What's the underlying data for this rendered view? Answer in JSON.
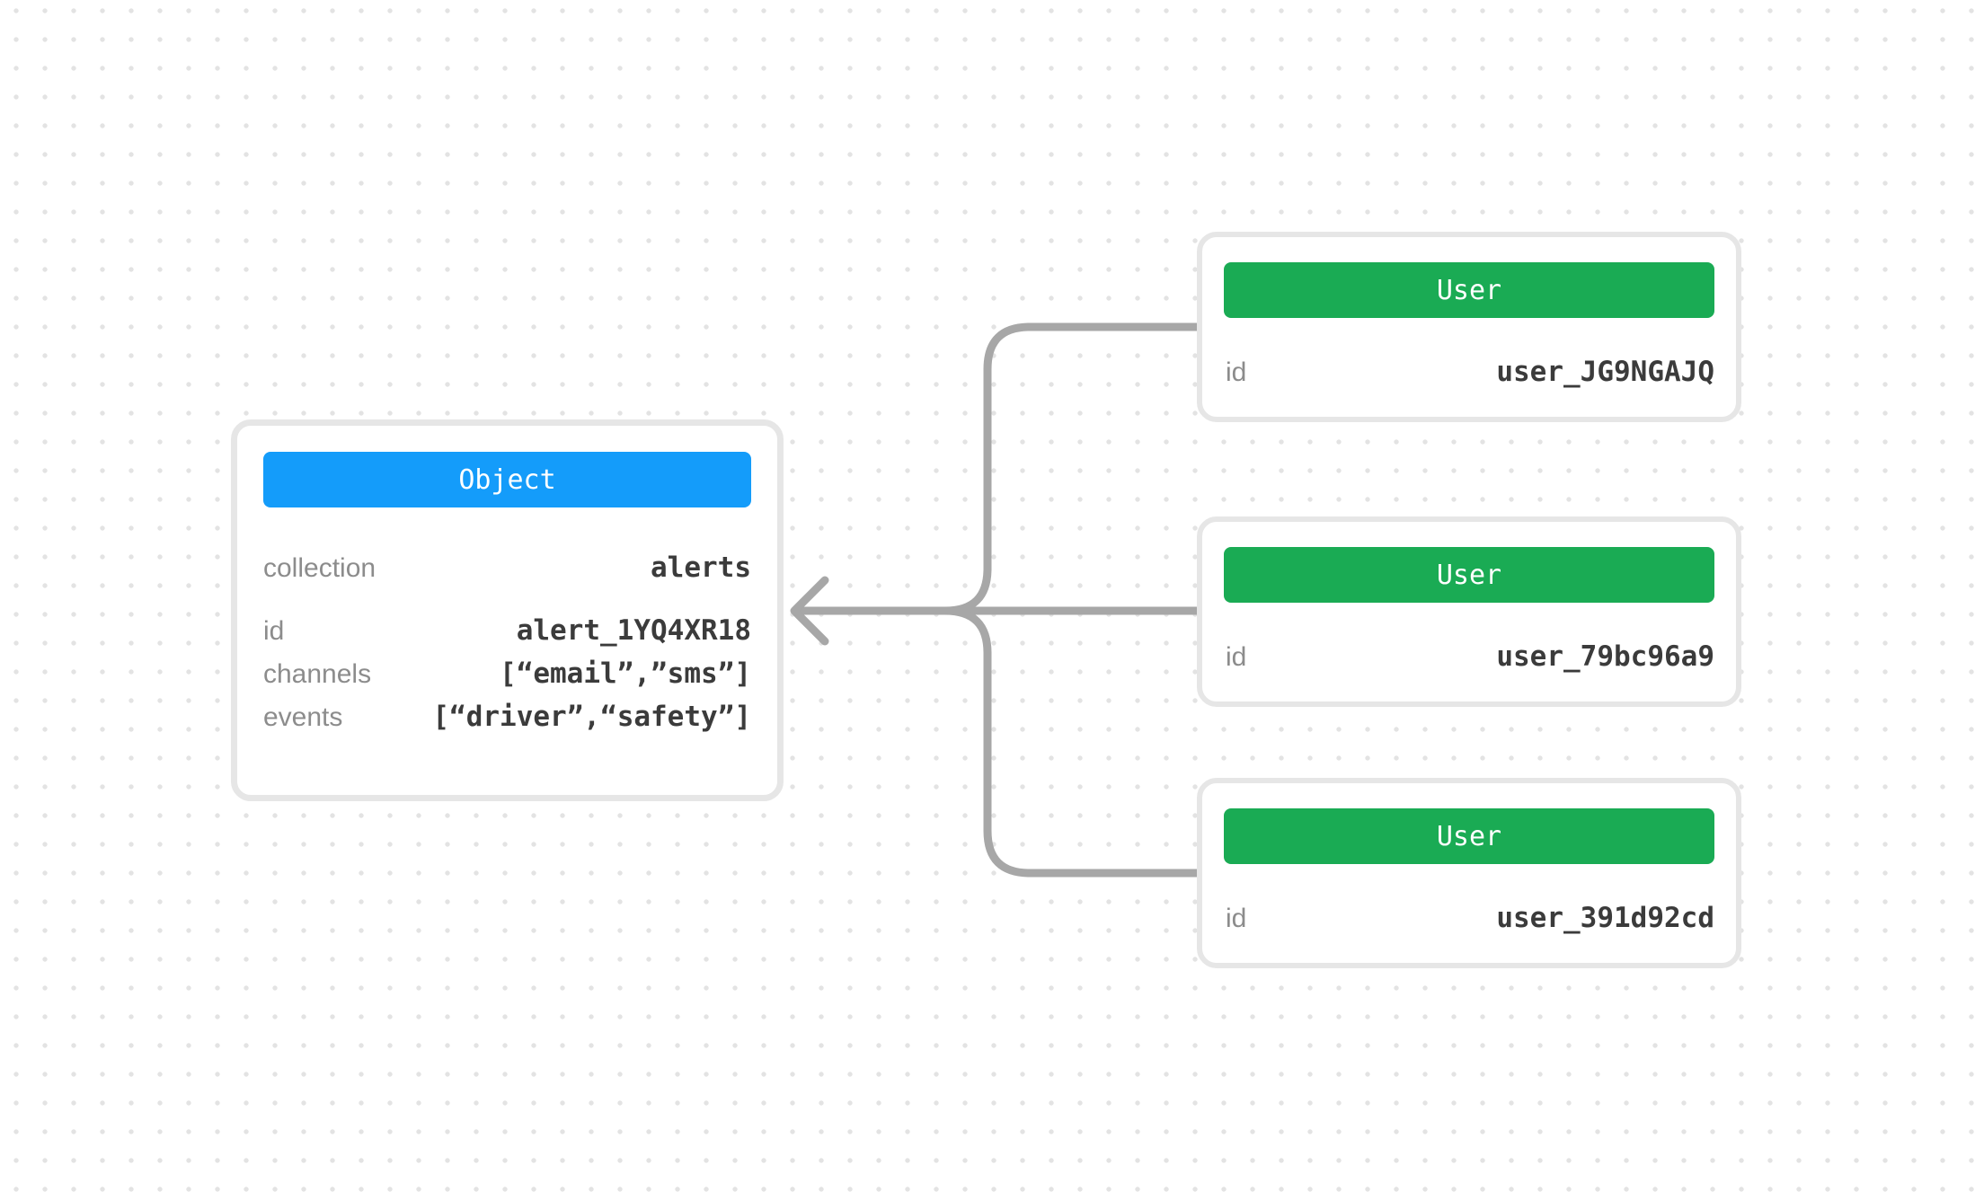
{
  "diagram": {
    "object_node": {
      "title": "Object",
      "header_color": "#149cfa",
      "fields": [
        {
          "label": "collection",
          "value": "alerts"
        },
        {
          "label": "id",
          "value": "alert_1YQ4XR18"
        },
        {
          "label": "channels",
          "value": "[“email”,”sms”]"
        },
        {
          "label": "events",
          "value": "[“driver”,“safety”]"
        }
      ]
    },
    "user_nodes": [
      {
        "title": "User",
        "fields": [
          {
            "label": "id",
            "value": "user_JG9NGAJQ"
          }
        ]
      },
      {
        "title": "User",
        "fields": [
          {
            "label": "id",
            "value": "user_79bc96a9"
          }
        ]
      },
      {
        "title": "User",
        "fields": [
          {
            "label": "id",
            "value": "user_391d92cd"
          }
        ]
      }
    ],
    "user_header_color": "#1aab54",
    "connector_color": "#a7a7a7",
    "card_border_color": "#e6e6e6",
    "background_dot_color": "#e3e3e3",
    "arrow_direction": "left"
  }
}
